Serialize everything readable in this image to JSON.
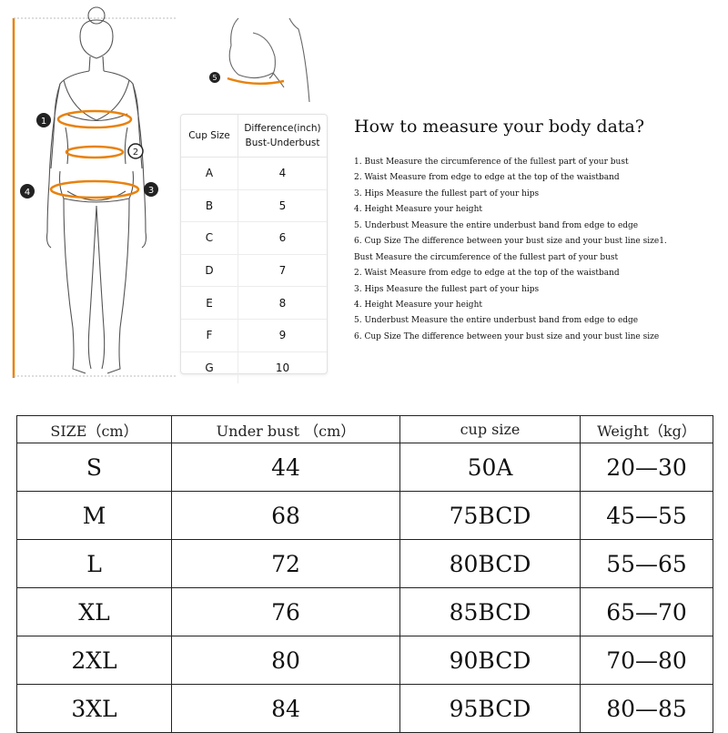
{
  "diagram": {
    "markers": [
      "1",
      "2",
      "3",
      "4",
      "5"
    ],
    "accent_color": "#e8820e",
    "outline_color": "#555555"
  },
  "cup_table": {
    "header_cup": "Cup Size",
    "header_diff_line1": "Difference(inch)",
    "header_diff_line2": "Bust-Underbust",
    "rows": [
      {
        "cup": "A",
        "diff": "4"
      },
      {
        "cup": "B",
        "diff": "5"
      },
      {
        "cup": "C",
        "diff": "6"
      },
      {
        "cup": "D",
        "diff": "7"
      },
      {
        "cup": "E",
        "diff": "8"
      },
      {
        "cup": "F",
        "diff": "9"
      },
      {
        "cup": "G",
        "diff": "10"
      }
    ]
  },
  "instructions": {
    "title": "How to measure your body data?",
    "steps": [
      "1. Bust Measure the circumference of the fullest part of your bust",
      "2. Waist Measure from edge to edge at the top of the waistband",
      "3. Hips Measure the fullest part of your hips",
      "4. Height Measure your height",
      "5. Underbust Measure the entire underbust band from edge to edge",
      "6. Cup Size The difference between your bust size and your bust line size1.",
      "Bust Measure the circumference of the fullest part of your bust",
      "2. Waist Measure from edge to edge at the top of the waistband",
      "3. Hips Measure the fullest part of your hips",
      "4. Height Measure your height",
      "5. Underbust Measure the entire underbust band from edge to edge",
      "6. Cup Size The difference between your bust size and your bust line size"
    ]
  },
  "size_table": {
    "headers": [
      "SIZE（cm）",
      "Under bust （cm）",
      "cup size",
      "Weight（kg）"
    ],
    "rows": [
      [
        "S",
        "44",
        "50A",
        "20—30"
      ],
      [
        "M",
        "68",
        "75BCD",
        "45—55"
      ],
      [
        "L",
        "72",
        "80BCD",
        "55—65"
      ],
      [
        "XL",
        "76",
        "85BCD",
        "65—70"
      ],
      [
        "2XL",
        "80",
        "90BCD",
        "70—80"
      ],
      [
        "3XL",
        "84",
        "95BCD",
        "80—85"
      ]
    ]
  }
}
